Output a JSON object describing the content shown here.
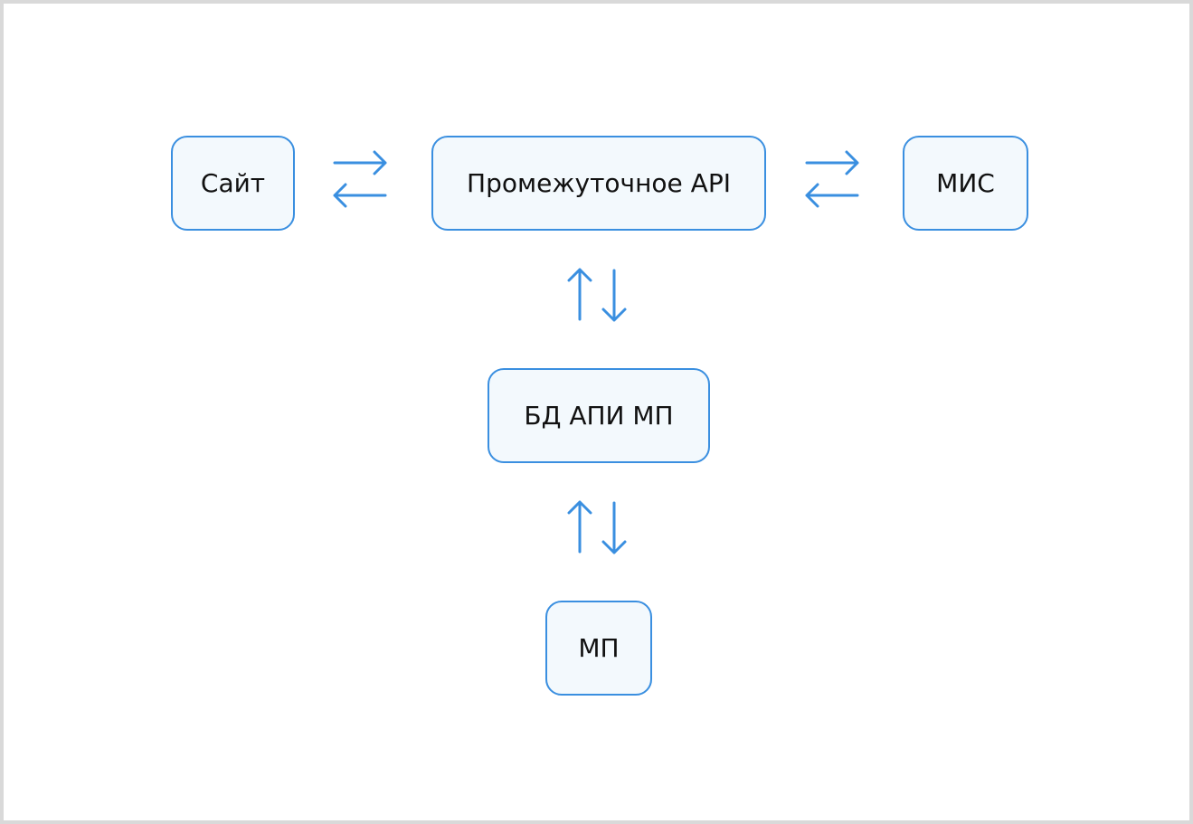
{
  "diagram": {
    "nodes": {
      "site": "Сайт",
      "api": "Промежуточное API",
      "mis": "МИС",
      "db": "БД АПИ МП",
      "mp": "МП"
    },
    "connections": [
      {
        "between": [
          "Сайт",
          "Промежуточное API"
        ],
        "direction": "bidirectional"
      },
      {
        "between": [
          "Промежуточное API",
          "МИС"
        ],
        "direction": "bidirectional"
      },
      {
        "between": [
          "Промежуточное API",
          "БД АПИ МП"
        ],
        "direction": "bidirectional"
      },
      {
        "between": [
          "БД АПИ МП",
          "МП"
        ],
        "direction": "bidirectional"
      }
    ],
    "colors": {
      "accent": "#3a8fe0",
      "node_fill": "#f3f9fd",
      "frame_border": "#d9d9d9",
      "text": "#111111"
    }
  }
}
